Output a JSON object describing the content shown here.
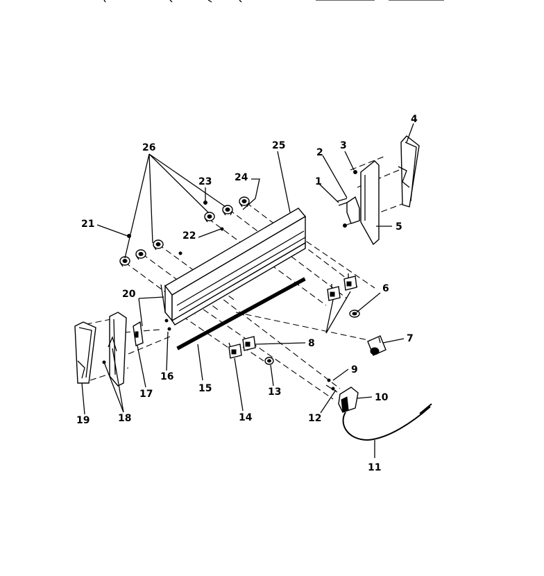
{
  "diagram": {
    "labels": {
      "p1": "1",
      "p2": "2",
      "p3": "3",
      "p4": "4",
      "p5": "5",
      "p6": "6",
      "p7": "7",
      "p8": "8",
      "p9": "9",
      "p10": "10",
      "p11": "11",
      "p12": "12",
      "p13": "13",
      "p14": "14",
      "p15": "15",
      "p16": "16",
      "p17": "17",
      "p18": "18",
      "p19": "19",
      "p20": "20",
      "p21": "21",
      "p22": "22",
      "p23": "23",
      "p24": "24",
      "p25": "25",
      "p26": "26"
    }
  }
}
